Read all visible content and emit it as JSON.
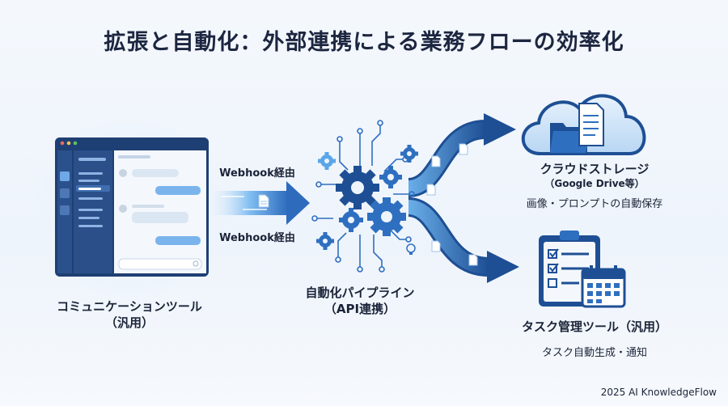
{
  "title": "拡張と自動化：外部連携による業務フローの効率化",
  "nodes": {
    "communication": {
      "label": "コミュニケーションツール",
      "sub": "（汎用）"
    },
    "pipeline": {
      "label": "自動化パイプライン",
      "sub": "（API連携）"
    },
    "storage": {
      "label": "クラウドストレージ",
      "sub": "（Google Drive等）",
      "desc": "画像・プロンプトの自動保存"
    },
    "task": {
      "label": "タスク管理ツール（汎用）",
      "desc": "タスク自動生成・通知"
    }
  },
  "edges": {
    "webhook_top": "Webhook経由",
    "webhook_bottom": "Webhook経由"
  },
  "colors": {
    "navy": "#1e3f73",
    "blue": "#2f6fc0",
    "light_blue": "#5aa6ea",
    "accent_circle": "#dbe9f8"
  },
  "footer": "2025 AI KnowledgeFlow"
}
